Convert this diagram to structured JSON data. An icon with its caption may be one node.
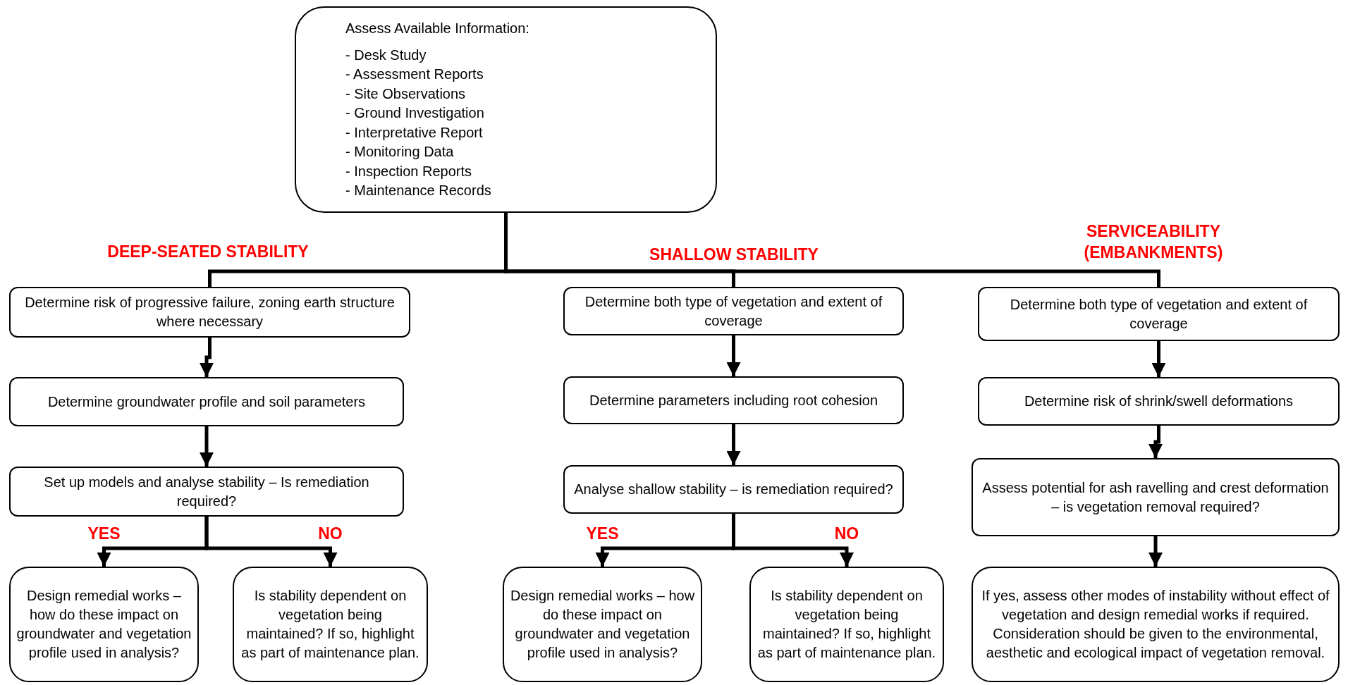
{
  "diagram": {
    "nodes": [
      {
        "text": [
          "Assess Available Information:",
          "-  Desk Study",
          "-  Assessment Reports",
          "-  Site Observations",
          "-  Ground Investigation",
          "-  Interpretative Report",
          "-  Monitoring Data",
          "-  Inspection Reports",
          "-  Maintenance Records"
        ]
      },
      {
        "text": [
          "Determine risk of progressive failure, zoning earth structure where necessary"
        ]
      },
      {
        "text": [
          "Determine groundwater profile and soil parameters"
        ]
      },
      {
        "text": [
          "Set up models and analyse stability – Is remediation required?"
        ]
      },
      {
        "text": [
          "Design remedial works – how do these impact on groundwater and vegetation profile used in analysis?"
        ]
      },
      {
        "text": [
          "Is stability dependent on vegetation being maintained? If so, highlight as part of maintenance plan."
        ]
      },
      {
        "text": [
          "Determine both type of vegetation and extent of coverage"
        ]
      },
      {
        "text": [
          "Determine parameters including root cohesion"
        ]
      },
      {
        "text": [
          "Analyse shallow stability – is remediation required?"
        ]
      },
      {
        "text": [
          "Design remedial works – how do these impact on groundwater and vegetation profile used in analysis?"
        ]
      },
      {
        "text": [
          "Is stability dependent on vegetation being maintained? If so, highlight as part of maintenance plan."
        ]
      },
      {
        "text": [
          "Determine both type of vegetation and extent of coverage"
        ]
      },
      {
        "text": [
          "Determine risk of shrink/swell deformations"
        ]
      },
      {
        "text": [
          "Assess potential for ash ravelling and crest deformation – is vegetation removal required?"
        ]
      },
      {
        "text": [
          "If yes, assess other modes of instability without effect of vegetation and design remedial works if required. Consideration should be given to the environmental, aesthetic and ecological impact of vegetation removal."
        ]
      }
    ],
    "edges": [
      {
        "from": 0,
        "to": 1,
        "arrow": "none"
      },
      {
        "from": 0,
        "to": 6,
        "arrow": "none"
      },
      {
        "from": 0,
        "to": 11,
        "arrow": "none"
      },
      {
        "from": 1,
        "to": 2,
        "arrow": "to"
      },
      {
        "from": 2,
        "to": 3,
        "arrow": "to"
      },
      {
        "from": 3,
        "to": 4,
        "arrow": "to",
        "label": "YES"
      },
      {
        "from": 3,
        "to": 5,
        "arrow": "to",
        "label": "NO"
      },
      {
        "from": 6,
        "to": 7,
        "arrow": "to"
      },
      {
        "from": 7,
        "to": 8,
        "arrow": "to"
      },
      {
        "from": 8,
        "to": 9,
        "arrow": "to",
        "label": "YES"
      },
      {
        "from": 8,
        "to": 10,
        "arrow": "to",
        "label": "NO"
      },
      {
        "from": 11,
        "to": 12,
        "arrow": "to"
      },
      {
        "from": 12,
        "to": 13,
        "arrow": "to"
      },
      {
        "from": 13,
        "to": 14,
        "arrow": "to"
      }
    ],
    "labels": [
      "DEEP-SEATED STABILITY",
      "SHALLOW STABILITY",
      "SERVICEABILITY (EMBANKMENTS)"
    ]
  }
}
